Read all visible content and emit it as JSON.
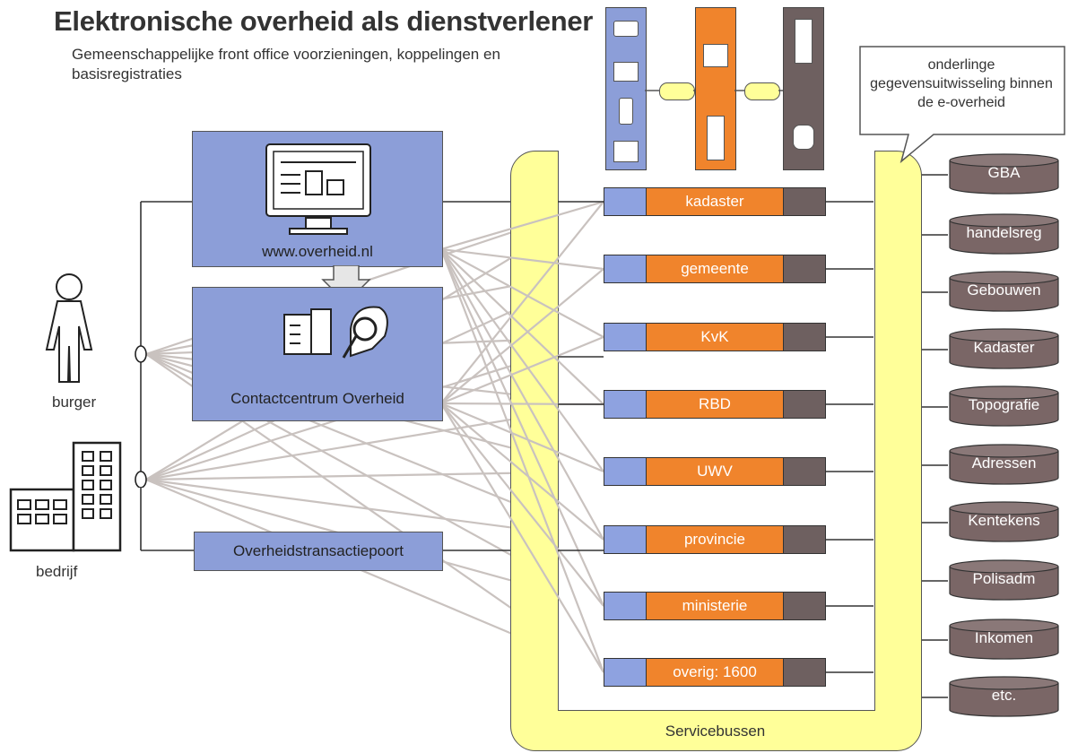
{
  "title": "Elektronische overheid als dienstverlener",
  "subtitle": "Gemeenschappelijke front office voorzieningen, koppelingen en basisregistraties",
  "channels": {
    "website": "www.overheid.nl",
    "contact_center": "Contactcentrum Overheid",
    "transaction_portal": "Overheidstransactiepoort"
  },
  "actors": {
    "citizen": "burger",
    "business": "bedrijf"
  },
  "services": [
    "kadaster",
    "gemeente",
    "KvK",
    "RBD",
    "UWV",
    "provincie",
    "ministerie",
    "overig: 1600"
  ],
  "registries": [
    "GBA",
    "handelsreg",
    "Gebouwen",
    "Kadaster",
    "Topografie",
    "Adressen",
    "Kentekens",
    "Polisadm",
    "Inkomen",
    "etc."
  ],
  "bus_label": "Servicebussen",
  "callout": "onderlinge gegevensuitwisseling binnen de e-overheid",
  "colors": {
    "channel_blue": "#8c9ed8",
    "service_orange": "#f0842c",
    "service_gray": "#6e6060",
    "bus_yellow": "#ffff99",
    "registry_brown": "#7a6666"
  }
}
